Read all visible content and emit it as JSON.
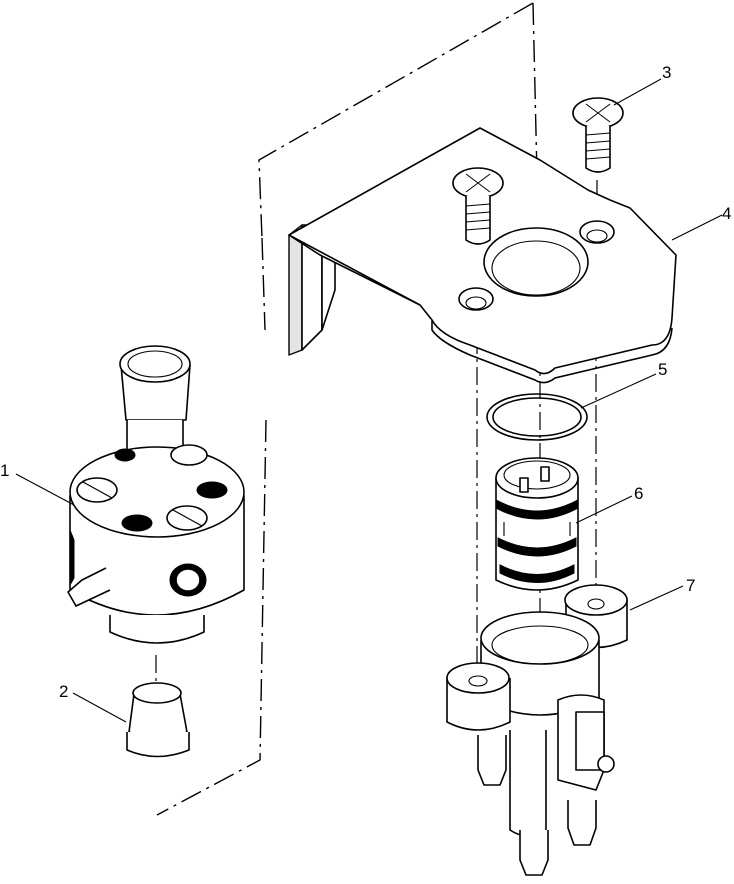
{
  "diagram": {
    "callouts": [
      {
        "id": "callout-1",
        "label": "1"
      },
      {
        "id": "callout-2",
        "label": "2"
      },
      {
        "id": "callout-3",
        "label": "3"
      },
      {
        "id": "callout-4",
        "label": "4"
      },
      {
        "id": "callout-5",
        "label": "5"
      },
      {
        "id": "callout-6",
        "label": "6"
      },
      {
        "id": "callout-7",
        "label": "7"
      }
    ]
  }
}
